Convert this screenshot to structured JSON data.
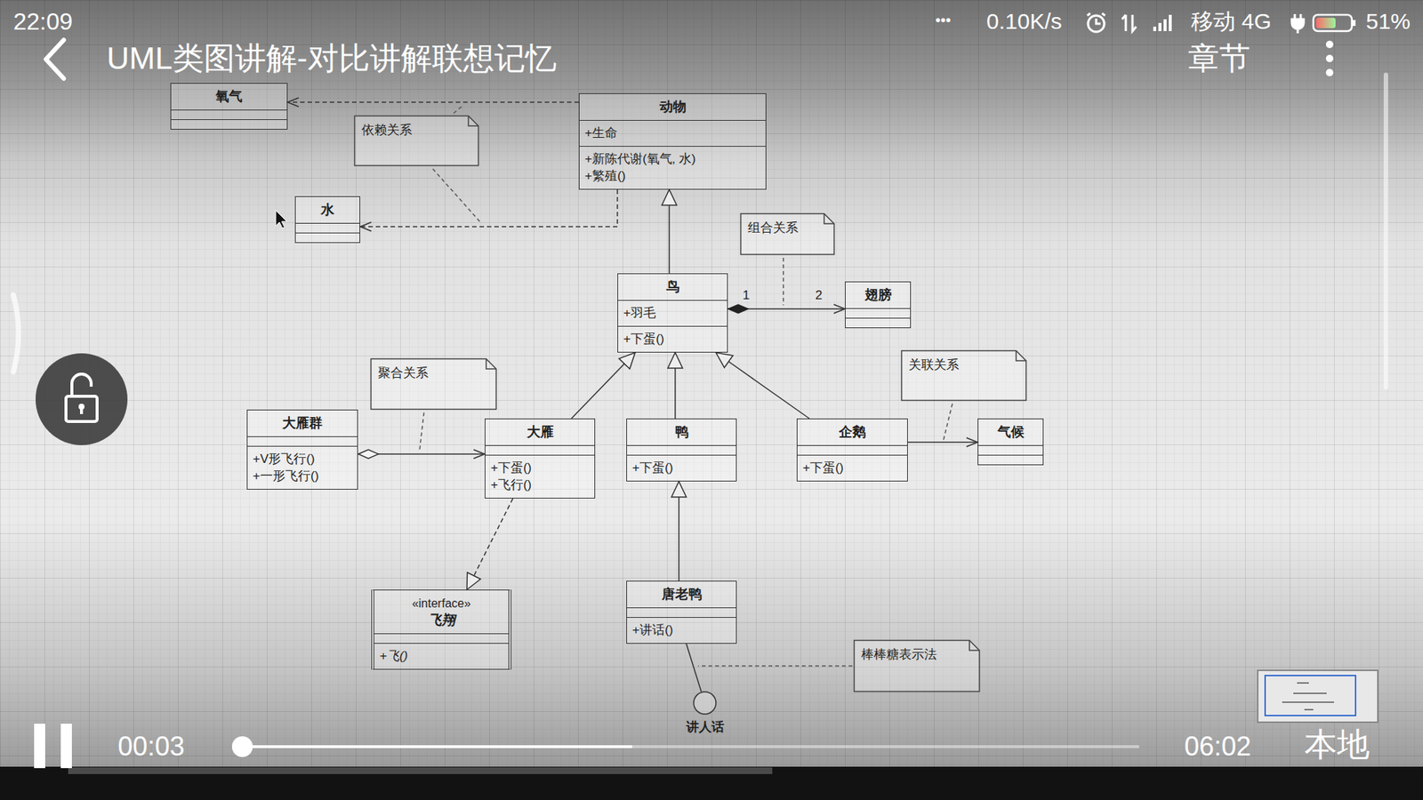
{
  "diagram": {
    "title": "UML类图讲解-对比讲解联想记忆",
    "nodes": [
      {
        "text": [
          "氧气"
        ]
      },
      {
        "text": [
          "依赖关系"
        ]
      },
      {
        "text": [
          "动物",
          "+生命",
          "+新陈代谢(氧气, 水)",
          "+繁殖()"
        ]
      },
      {
        "text": [
          "水"
        ]
      },
      {
        "text": [
          "组合关系"
        ]
      },
      {
        "text": [
          "鸟",
          "+羽毛",
          "+下蛋()"
        ]
      },
      {
        "text": [
          "翅膀"
        ]
      },
      {
        "text": [
          "聚合关系"
        ]
      },
      {
        "text": [
          "关联关系"
        ]
      },
      {
        "text": [
          "大雁群",
          "+V形飞行()",
          "+一形飞行()"
        ]
      },
      {
        "text": [
          "大雁",
          "+下蛋()",
          "+飞行()"
        ]
      },
      {
        "text": [
          "鸭",
          "+下蛋()"
        ]
      },
      {
        "text": [
          "企鹅",
          "+下蛋()"
        ]
      },
      {
        "text": [
          "气候"
        ]
      },
      {
        "text": [
          "«interface»",
          "飞翔",
          "+飞()"
        ]
      },
      {
        "text": [
          "唐老鸭",
          "+讲话()"
        ]
      },
      {
        "text": [
          "棒棒糖表示法"
        ]
      },
      {
        "text": [
          "讲人话"
        ]
      }
    ],
    "edges": [
      {
        "from": 2,
        "to": 0,
        "arrow": "to"
      },
      {
        "from": 2,
        "to": 3,
        "arrow": "to"
      },
      {
        "from": 5,
        "to": 2,
        "arrow": "to"
      },
      {
        "from": 5,
        "to": 6,
        "arrow": "both"
      },
      {
        "from": 10,
        "to": 5,
        "arrow": "to"
      },
      {
        "from": 11,
        "to": 5,
        "arrow": "to"
      },
      {
        "from": 12,
        "to": 5,
        "arrow": "to"
      },
      {
        "from": 9,
        "to": 10,
        "arrow": "both"
      },
      {
        "from": 12,
        "to": 13,
        "arrow": "to"
      },
      {
        "from": 10,
        "to": 14,
        "arrow": "to"
      },
      {
        "from": 15,
        "to": 11,
        "arrow": "to"
      },
      {
        "from": 15,
        "to": 17,
        "arrow": "none"
      }
    ],
    "labels": [
      "1",
      "2",
      "22:09",
      "•••",
      "0.10K/s",
      "移动 4G",
      "51%",
      "章节",
      "00:03",
      "06:02",
      "本地"
    ]
  }
}
